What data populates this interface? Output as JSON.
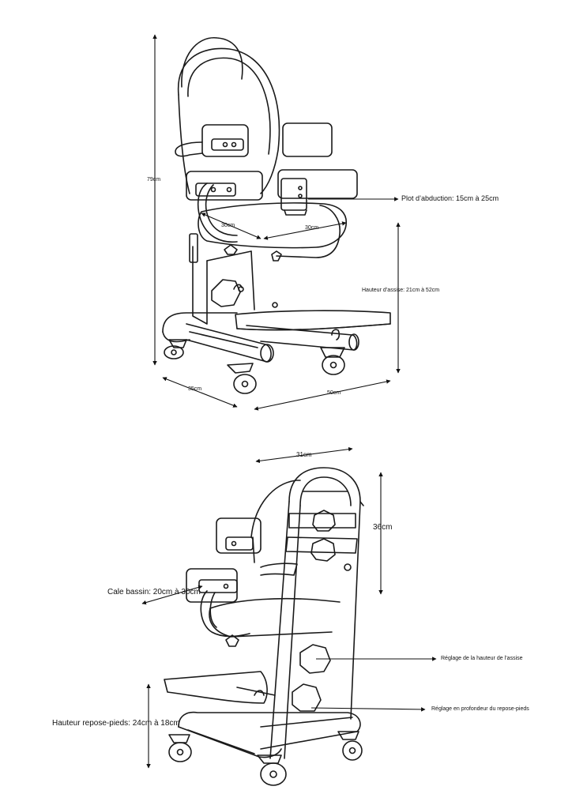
{
  "top_view": {
    "height": "79cm",
    "depth_left": "30cm",
    "width_right": "30cm",
    "abduction": "Plot d’abduction: 15cm à 25cm",
    "seat_height": "Hauteur d’assise: 21cm à 52cm",
    "base_depth": "35cm",
    "base_width": "50cm"
  },
  "side_view": {
    "top_width": "31cm",
    "back_height": "36cm",
    "hip_wedge": "Cale bassin: 20cm à 30cm",
    "seat_adjust": "Réglage de la hauteur de l’assise",
    "footrest_depth": "Réglage en profondeur du repose-pieds",
    "footrest_height": "Hauteur repose-pieds: 24cm à 18cm"
  }
}
